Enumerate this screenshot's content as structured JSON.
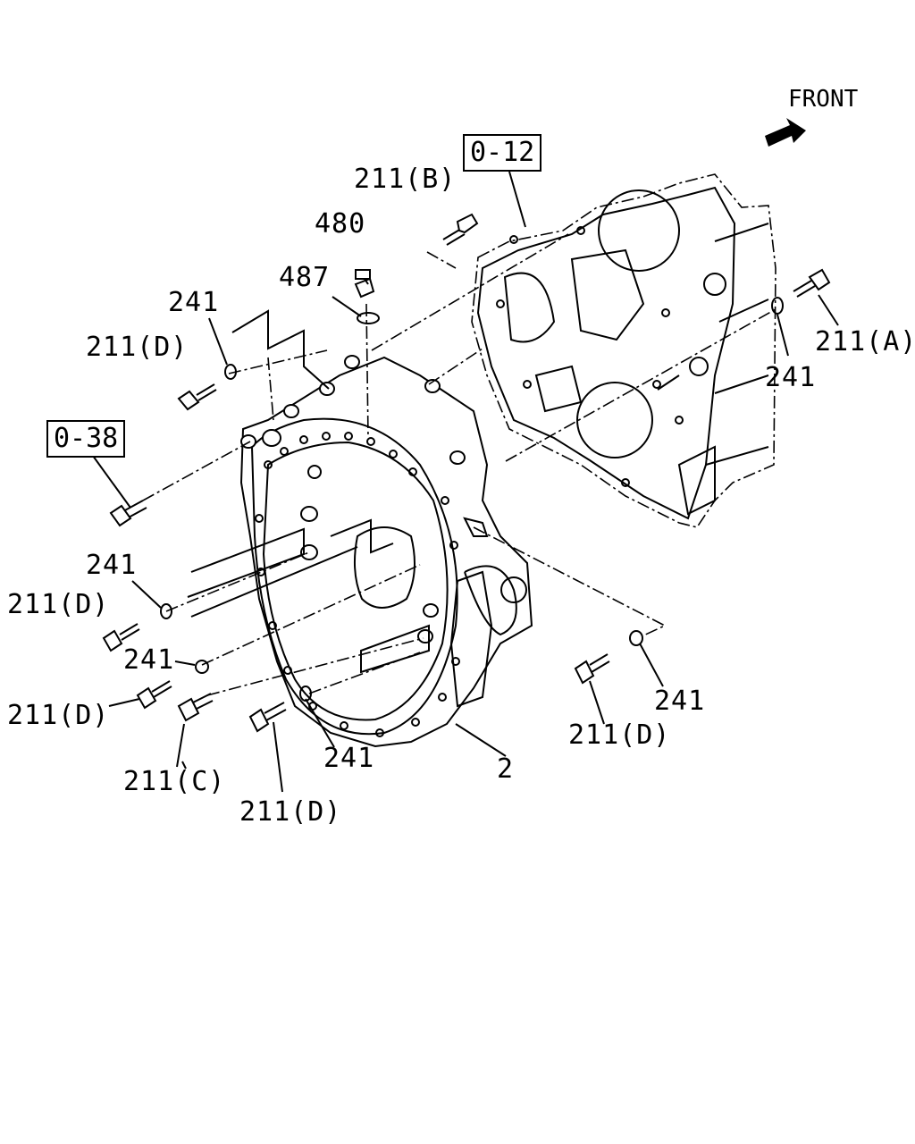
{
  "diagram": {
    "front_label": "FRONT",
    "refs": {
      "ref_012": "0-12",
      "ref_038": "0-38"
    },
    "labels": {
      "l_211b": "211(B)",
      "l_480": "480",
      "l_487": "487",
      "l_241_top": "241",
      "l_211d_top": "211(D)",
      "l_211a": "211(A)",
      "l_241_right": "241",
      "l_241_mid": "241",
      "l_211d_left": "211(D)",
      "l_241_low": "241",
      "l_211d_low": "211(D)",
      "l_211c": "211(C)",
      "l_241_bottom": "241",
      "l_2": "2",
      "l_211d_bottom": "211(D)",
      "l_211d_right": "211(D)",
      "l_241_br": "241"
    }
  }
}
